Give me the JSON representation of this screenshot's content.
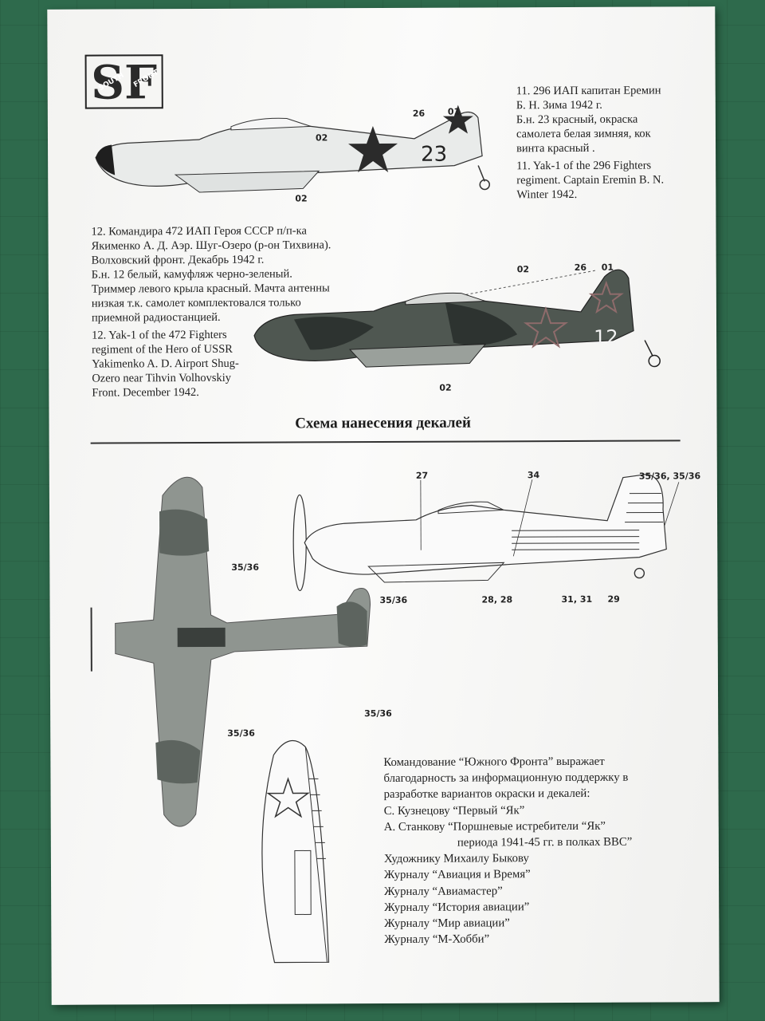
{
  "logo": {
    "letters": "SF",
    "top_word": "SOUTH",
    "bottom_word": "FRONT"
  },
  "plane11": {
    "caption_ru": [
      "11. 296 ИАП капитан Еремин",
      "Б. Н. Зима 1942 г.",
      "Б.н. 23 красный, окраска",
      "самолета белая зимняя, кок",
      "винта красный ."
    ],
    "caption_en": [
      "11. Yak-1 of the 296 Fighters",
      "regiment. Captain Eremin B. N.",
      "Winter 1942."
    ],
    "tail_number": "23",
    "callouts": [
      "02",
      "26",
      "01",
      "02"
    ]
  },
  "plane12": {
    "caption_ru": [
      "12. Командира 472 ИАП Героя СССР п/п-ка",
      "Якименко А. Д.  Аэр. Шуг-Озеро (р-он Тихвина).",
      "Волховский фронт. Декабрь 1942 г.",
      "Б.н. 12 белый, камуфляж черно-зеленый.",
      "Триммер левого крыла  красный. Мачта антенны",
      "низкая т.к. самолет комплектовался только",
      "приемной радиостанцией."
    ],
    "caption_en": [
      "12. Yak-1 of the 472 Fighters",
      "regiment of the Hero of USSR",
      "Yakimenko A. D. Airport Shug-",
      "Ozero near Tihvin Volhovskiy",
      "Front. December 1942."
    ],
    "tail_number": "12",
    "callouts": [
      "02",
      "26",
      "01",
      "02"
    ]
  },
  "section_title": "Схема нанесения декалей",
  "decal_labels": {
    "side": [
      "27",
      "34",
      "35/36, 35/36",
      "35/36",
      "28, 28",
      "31, 31",
      "29"
    ],
    "top": [
      "35/36",
      "35/36",
      "35/36"
    ]
  },
  "thanks": [
    "Командование “Южного Фронта” выражает",
    "благодарность за информационную поддержку в",
    "разработке вариантов окраски и декалей:",
    "С. Кузнецову “Первый “Як”",
    "А. Станкову “Поршневые истребители “Як”",
    "периода 1941-45 гг. в полках ВВС”",
    "Художнику Михаилу Быкову",
    "Журналу “Авиация и Время”",
    "Журналу “Авиамастер”",
    "Журналу “История авиации”",
    "Журналу “Мир авиации”",
    "Журналу “М-Хобби”"
  ]
}
